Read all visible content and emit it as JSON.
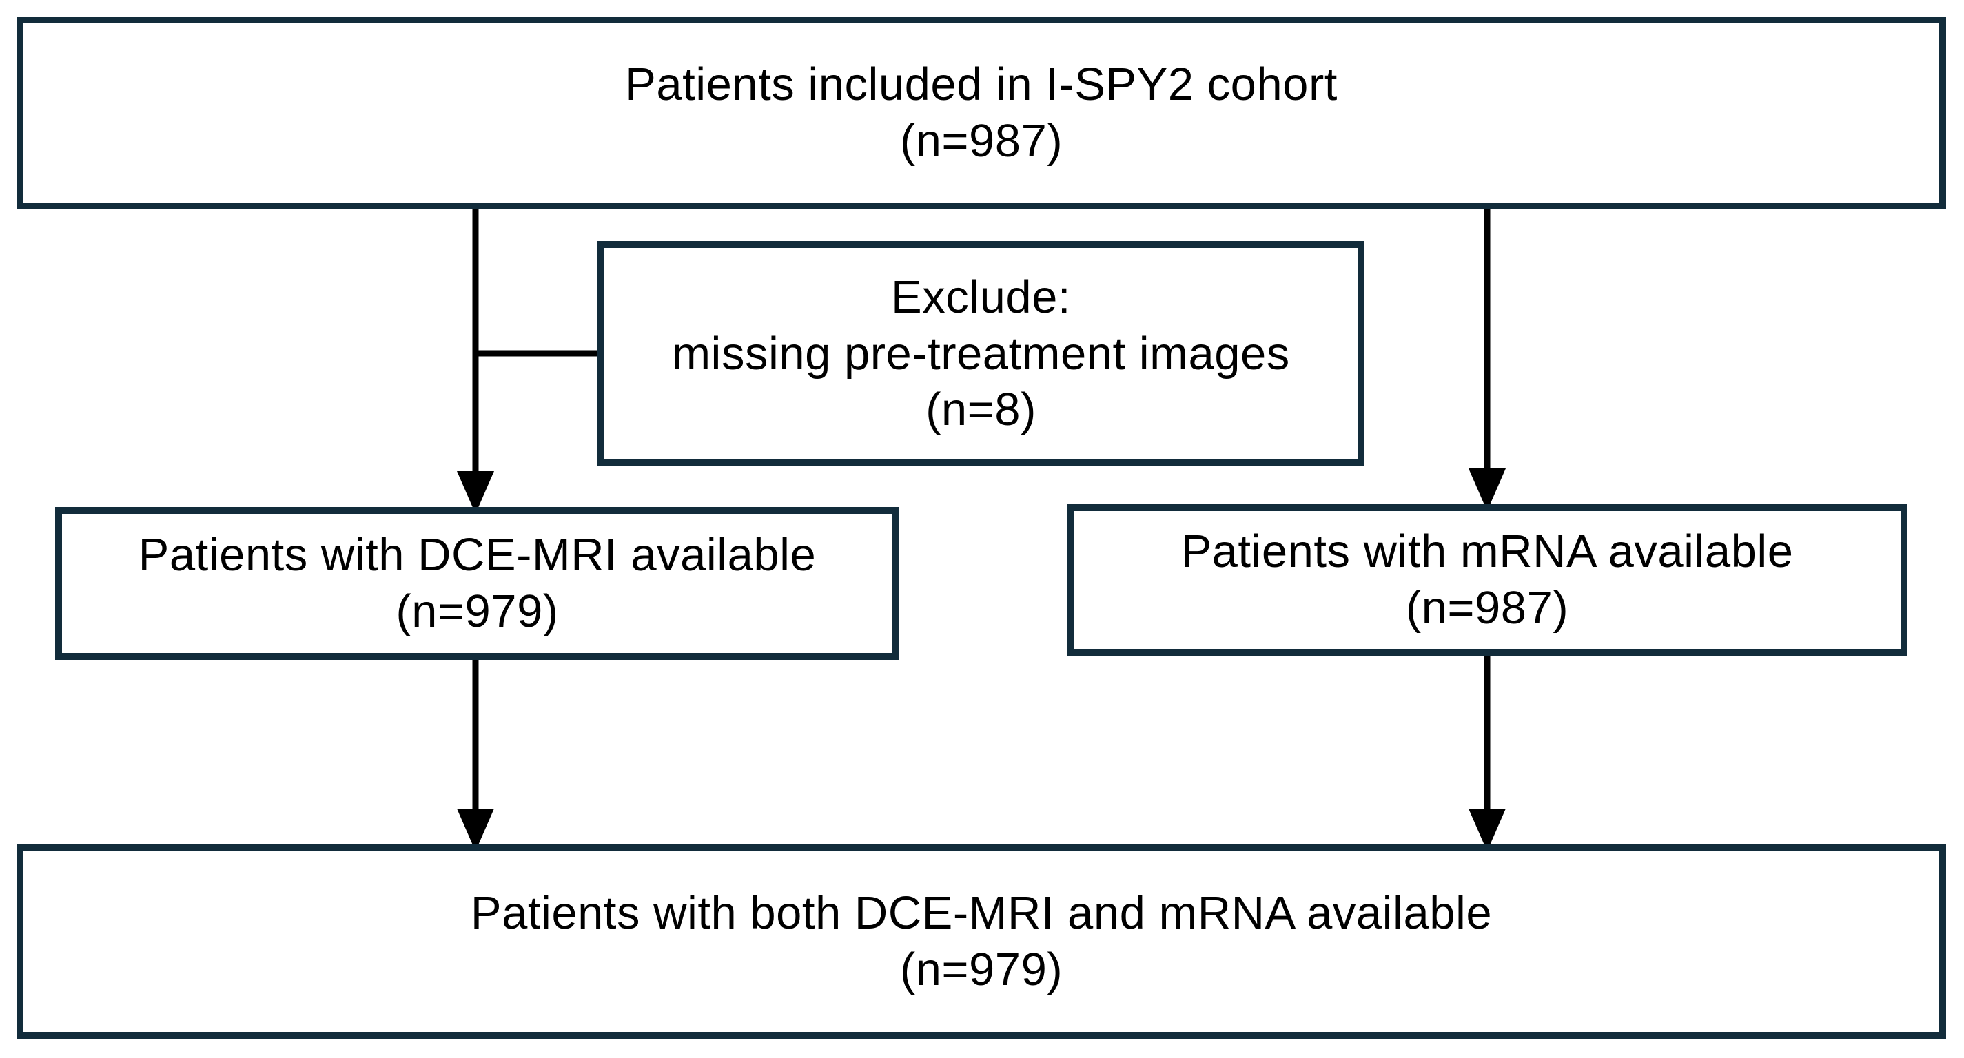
{
  "diagram": {
    "type": "flowchart",
    "colors": {
      "box_border": "#122c3b",
      "arrow": "#000000",
      "background": "#ffffff",
      "text": "#000000"
    },
    "nodes": {
      "cohort": {
        "line1": "Patients included in I-SPY2 cohort",
        "line2": "(n=987)"
      },
      "exclude": {
        "line1": "Exclude:",
        "line2": "missing pre-treatment images",
        "line3": "(n=8)"
      },
      "dce": {
        "line1": "Patients with DCE-MRI available",
        "line2": "(n=979)"
      },
      "mrna": {
        "line1": "Patients with mRNA available",
        "line2": "(n=987)"
      },
      "both": {
        "line1": "Patients with both DCE-MRI and mRNA available",
        "line2": "(n=979)"
      }
    },
    "edges": [
      {
        "from": "cohort",
        "to": "dce",
        "style": "arrow"
      },
      {
        "from": "cohort",
        "to": "mrna",
        "style": "arrow"
      },
      {
        "from": "cohort",
        "to": "exclude",
        "style": "plain-branch"
      },
      {
        "from": "dce",
        "to": "both",
        "style": "arrow"
      },
      {
        "from": "mrna",
        "to": "both",
        "style": "arrow"
      }
    ]
  }
}
